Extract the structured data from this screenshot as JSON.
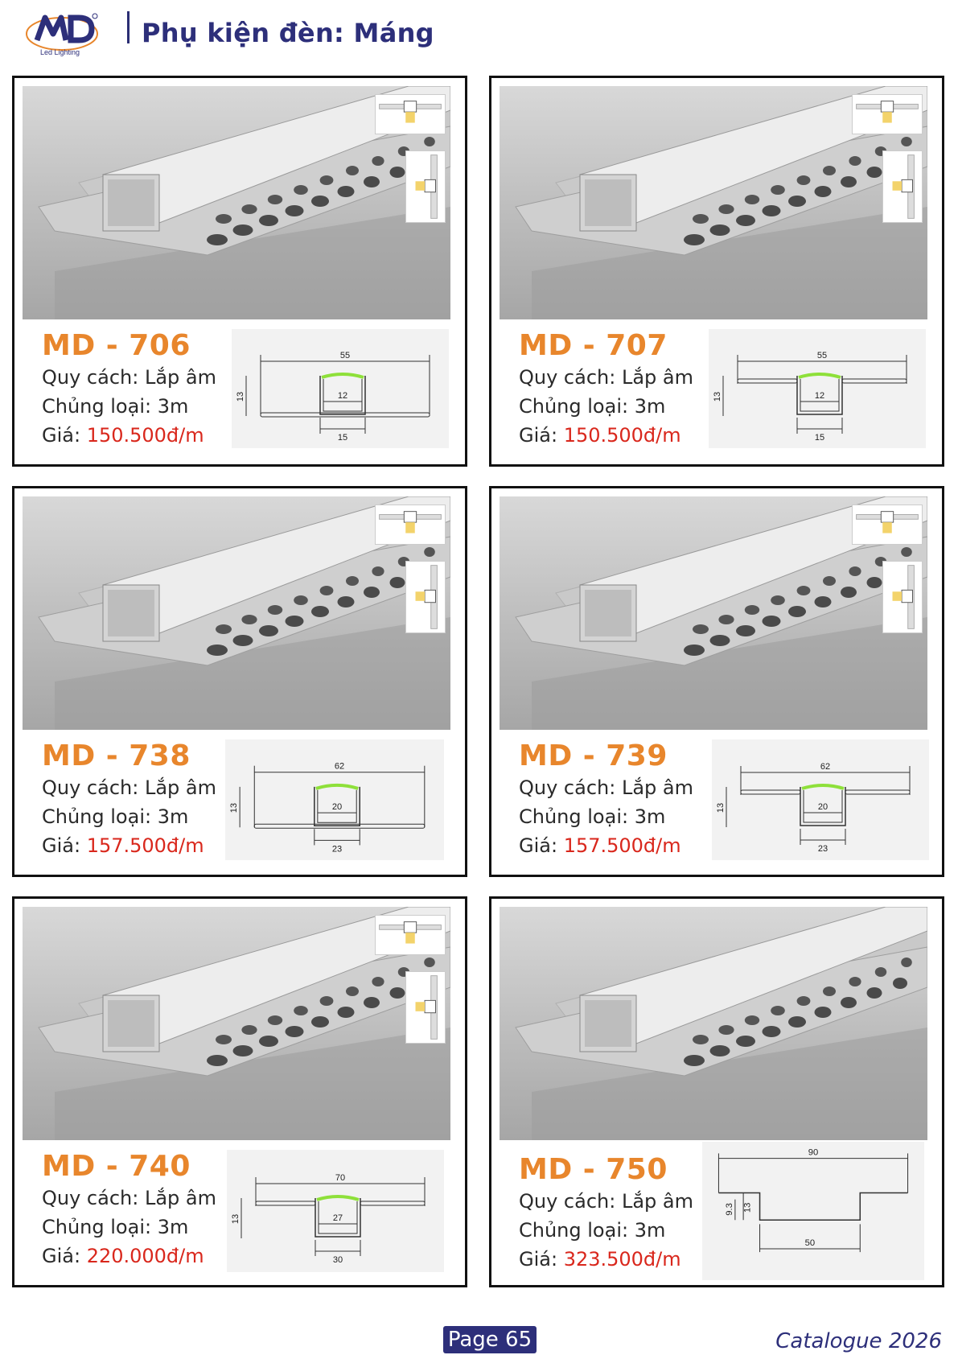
{
  "header": {
    "logo_text": "Led Lighting",
    "title": "Phụ kiện đèn: Máng"
  },
  "products": [
    {
      "name": "MD - 706",
      "spec": "Quy cách: Lắp âm",
      "type": "Chủng loại: 3m",
      "price_label": "Giá: ",
      "price": "150.500đ/m",
      "dims": {
        "total": "55",
        "height": "13",
        "inner": "12",
        "outer": "15"
      }
    },
    {
      "name": "MD - 707",
      "spec": "Quy cách: Lắp âm",
      "type": "Chủng loại: 3m",
      "price_label": "Giá: ",
      "price": "150.500đ/m",
      "dims": {
        "total": "55",
        "height": "13",
        "inner": "12",
        "outer": "15"
      }
    },
    {
      "name": "MD - 738",
      "spec": "Quy cách: Lắp âm",
      "type": "Chủng loại: 3m",
      "price_label": "Giá: ",
      "price": "157.500đ/m",
      "dims": {
        "total": "62",
        "height": "13",
        "inner": "20",
        "outer": "23"
      }
    },
    {
      "name": "MD - 739",
      "spec": "Quy cách: Lắp âm",
      "type": "Chủng loại: 3m",
      "price_label": "Giá: ",
      "price": "157.500đ/m",
      "dims": {
        "total": "62",
        "height": "13",
        "inner": "20",
        "outer": "23"
      }
    },
    {
      "name": "MD - 740",
      "spec": "Quy cách: Lắp âm",
      "type": "Chủng loại: 3m",
      "price_label": "Giá: ",
      "price": "220.000đ/m",
      "dims": {
        "total": "70",
        "height": "13",
        "inner": "27",
        "outer": "30"
      }
    },
    {
      "name": "MD - 750",
      "spec": "Quy cách: Lắp âm",
      "type": "Chủng loại: 3m",
      "price_label": "Giá: ",
      "price": "323.500đ/m",
      "dims": {
        "total": "90",
        "height": "13",
        "depth": "9.3",
        "outer": "50"
      }
    }
  ],
  "footer": {
    "page": "Page 65",
    "catalogue": "Catalogue 2026"
  },
  "colors": {
    "brand": "#2d2f7a",
    "product_name": "#e8862c",
    "price": "#d9271c",
    "diffuser_green": "#8ee03a"
  }
}
